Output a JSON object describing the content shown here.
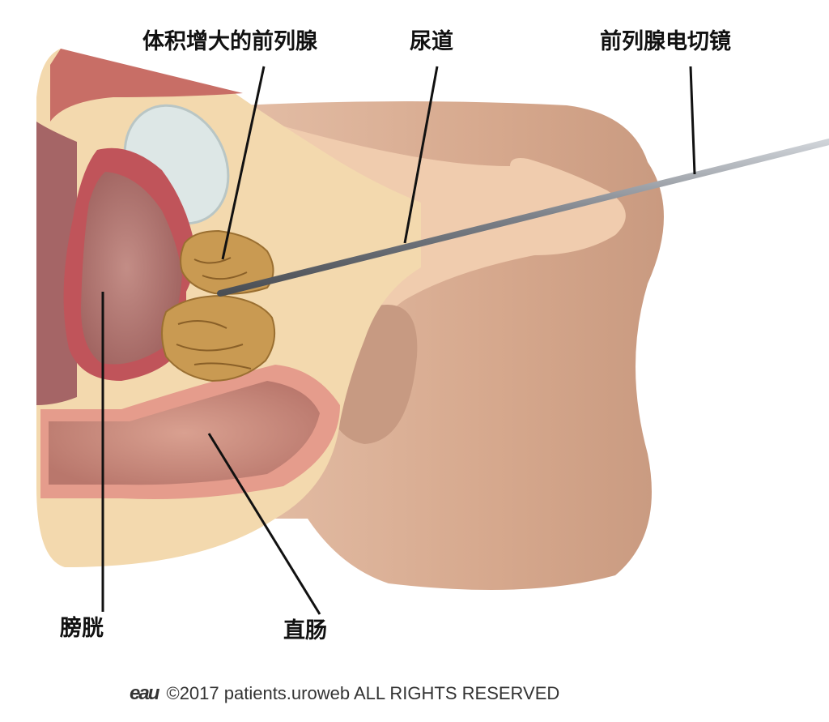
{
  "labels": {
    "enlarged_prostate": "体积增大的前列腺",
    "urethra": "尿道",
    "resectoscope": "前列腺电切镜",
    "bladder": "膀胱",
    "rectum": "直肠"
  },
  "footer": {
    "logo": "eau",
    "copyright": "©2017 patients.uroweb ALL RIGHTS RESERVED"
  },
  "colors": {
    "skin": "#d9ad94",
    "tissue": "#f3d9ae",
    "bladder_wall": "#c0545a",
    "bladder_lumen": "#b88079",
    "prostate": "#c99a52",
    "instrument": "#8a8e94"
  }
}
